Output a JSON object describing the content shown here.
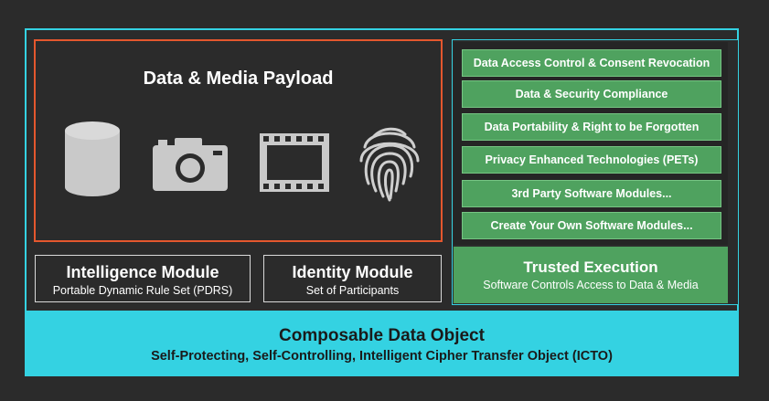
{
  "payload": {
    "title": "Data & Media Payload",
    "icons": [
      "database-icon",
      "camera-icon",
      "film-strip-icon",
      "fingerprint-icon"
    ]
  },
  "intelligence_module": {
    "title": "Intelligence Module",
    "subtitle": "Portable Dynamic Rule Set (PDRS)"
  },
  "identity_module": {
    "title": "Identity Module",
    "subtitle": "Set of Participants"
  },
  "software_modules": [
    "Data Access Control & Consent Revocation",
    "Data & Security Compliance",
    "Data Portability & Right to be Forgotten",
    "Privacy Enhanced Technologies (PETs)",
    "3rd Party Software Modules...",
    "Create Your Own Software Modules..."
  ],
  "trusted_execution": {
    "title": "Trusted Execution",
    "subtitle": "Software Controls Access to Data & Media"
  },
  "composable_data_object": {
    "title": "Composable Data Object",
    "subtitle": "Self-Protecting, Self-Controlling, Intelligent Cipher Transfer Object (ICTO)"
  },
  "colors": {
    "cyan": "#34d2e2",
    "payload_border": "#e4572e",
    "green": "#4fa25f",
    "background": "#2b2b2b"
  }
}
